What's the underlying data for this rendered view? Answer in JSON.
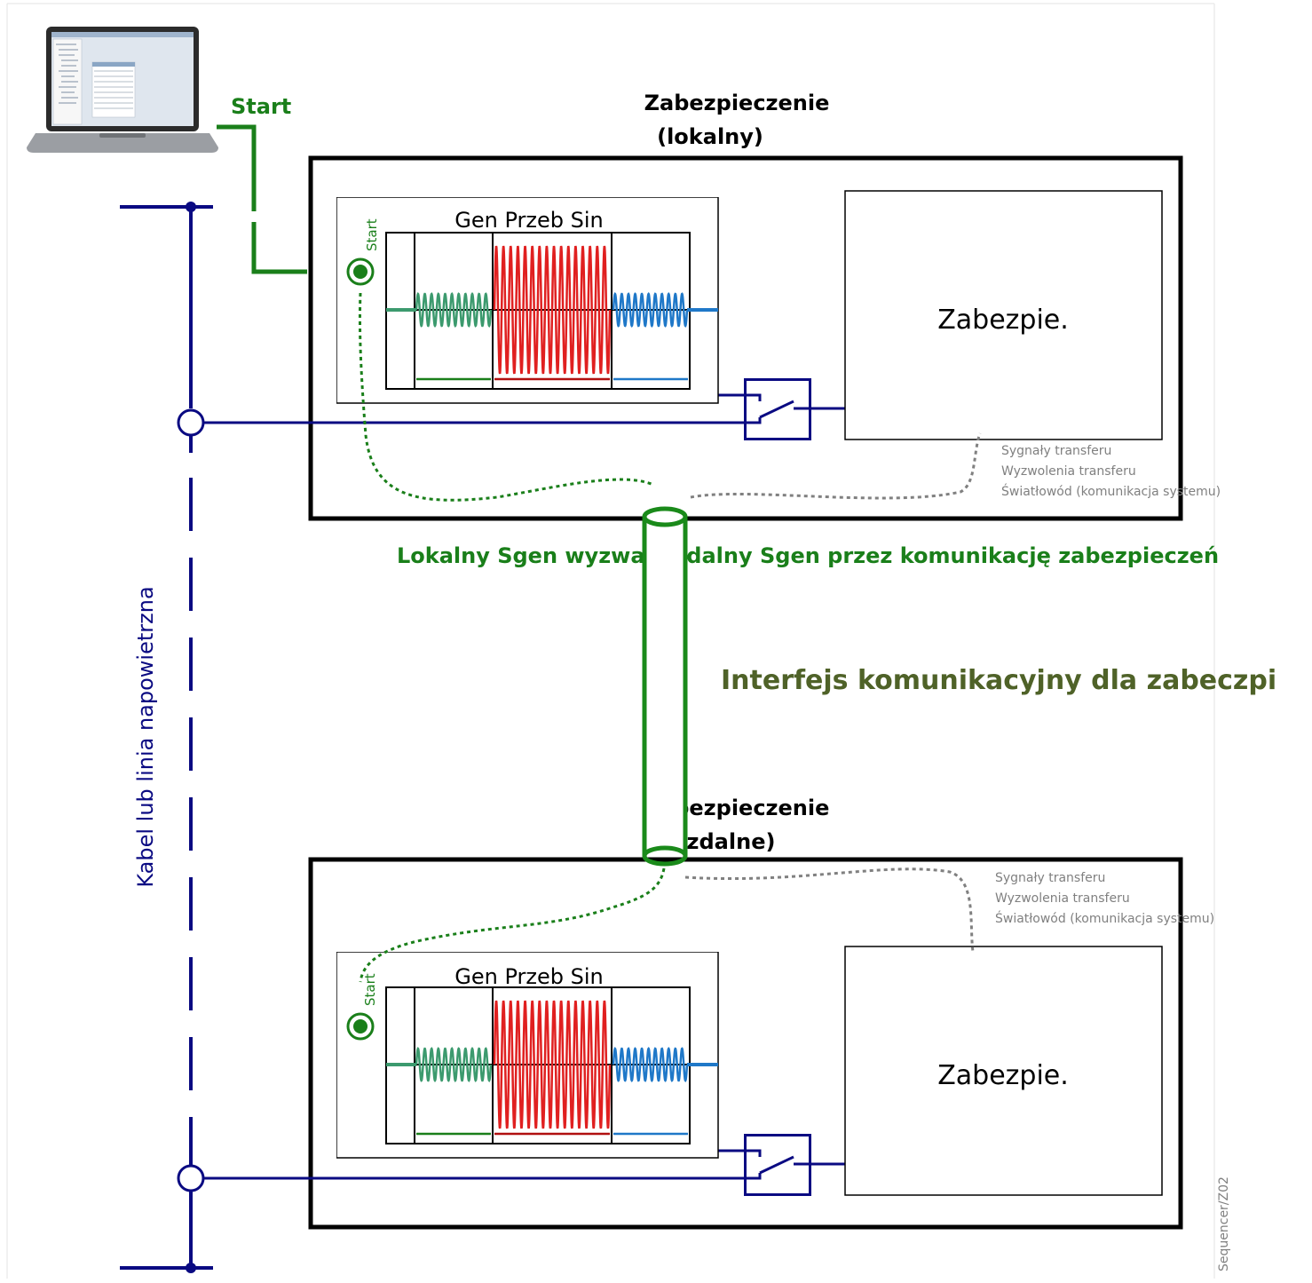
{
  "labels": {
    "start": "Start",
    "local_title_line1": "Zabezpieczenie",
    "local_title_line2": "(lokalny)",
    "remote_title_line1": "Zabezpieczenie",
    "remote_title_line2": "(zdalne)",
    "generator_title": "Gen Przeb Sin",
    "start_small": "Start",
    "protection_box": "Zabezpie.",
    "comm_line1": "Sygnały transferu",
    "comm_line2": "Wyzwolenia transferu",
    "comm_line3": "Światłowód (komunikacja systemu)",
    "trigger_caption": "Lokalny Sgen wyzwala zdalny Sgen przez komunikację zabezpieczeń",
    "interface_caption": "Interfejs komunikacyjny dla zabeczpi",
    "line_label": "Kabel lub linia napowietrzna",
    "figure_id": "Sequencer/Z02"
  },
  "colors": {
    "green": "#1a7f1a",
    "dark_green_text": "#4f6228",
    "navy": "#0a0a82",
    "red": "#e02020",
    "teal": "#3c9a6e",
    "blue": "#1f78c8",
    "gray": "#808080"
  }
}
